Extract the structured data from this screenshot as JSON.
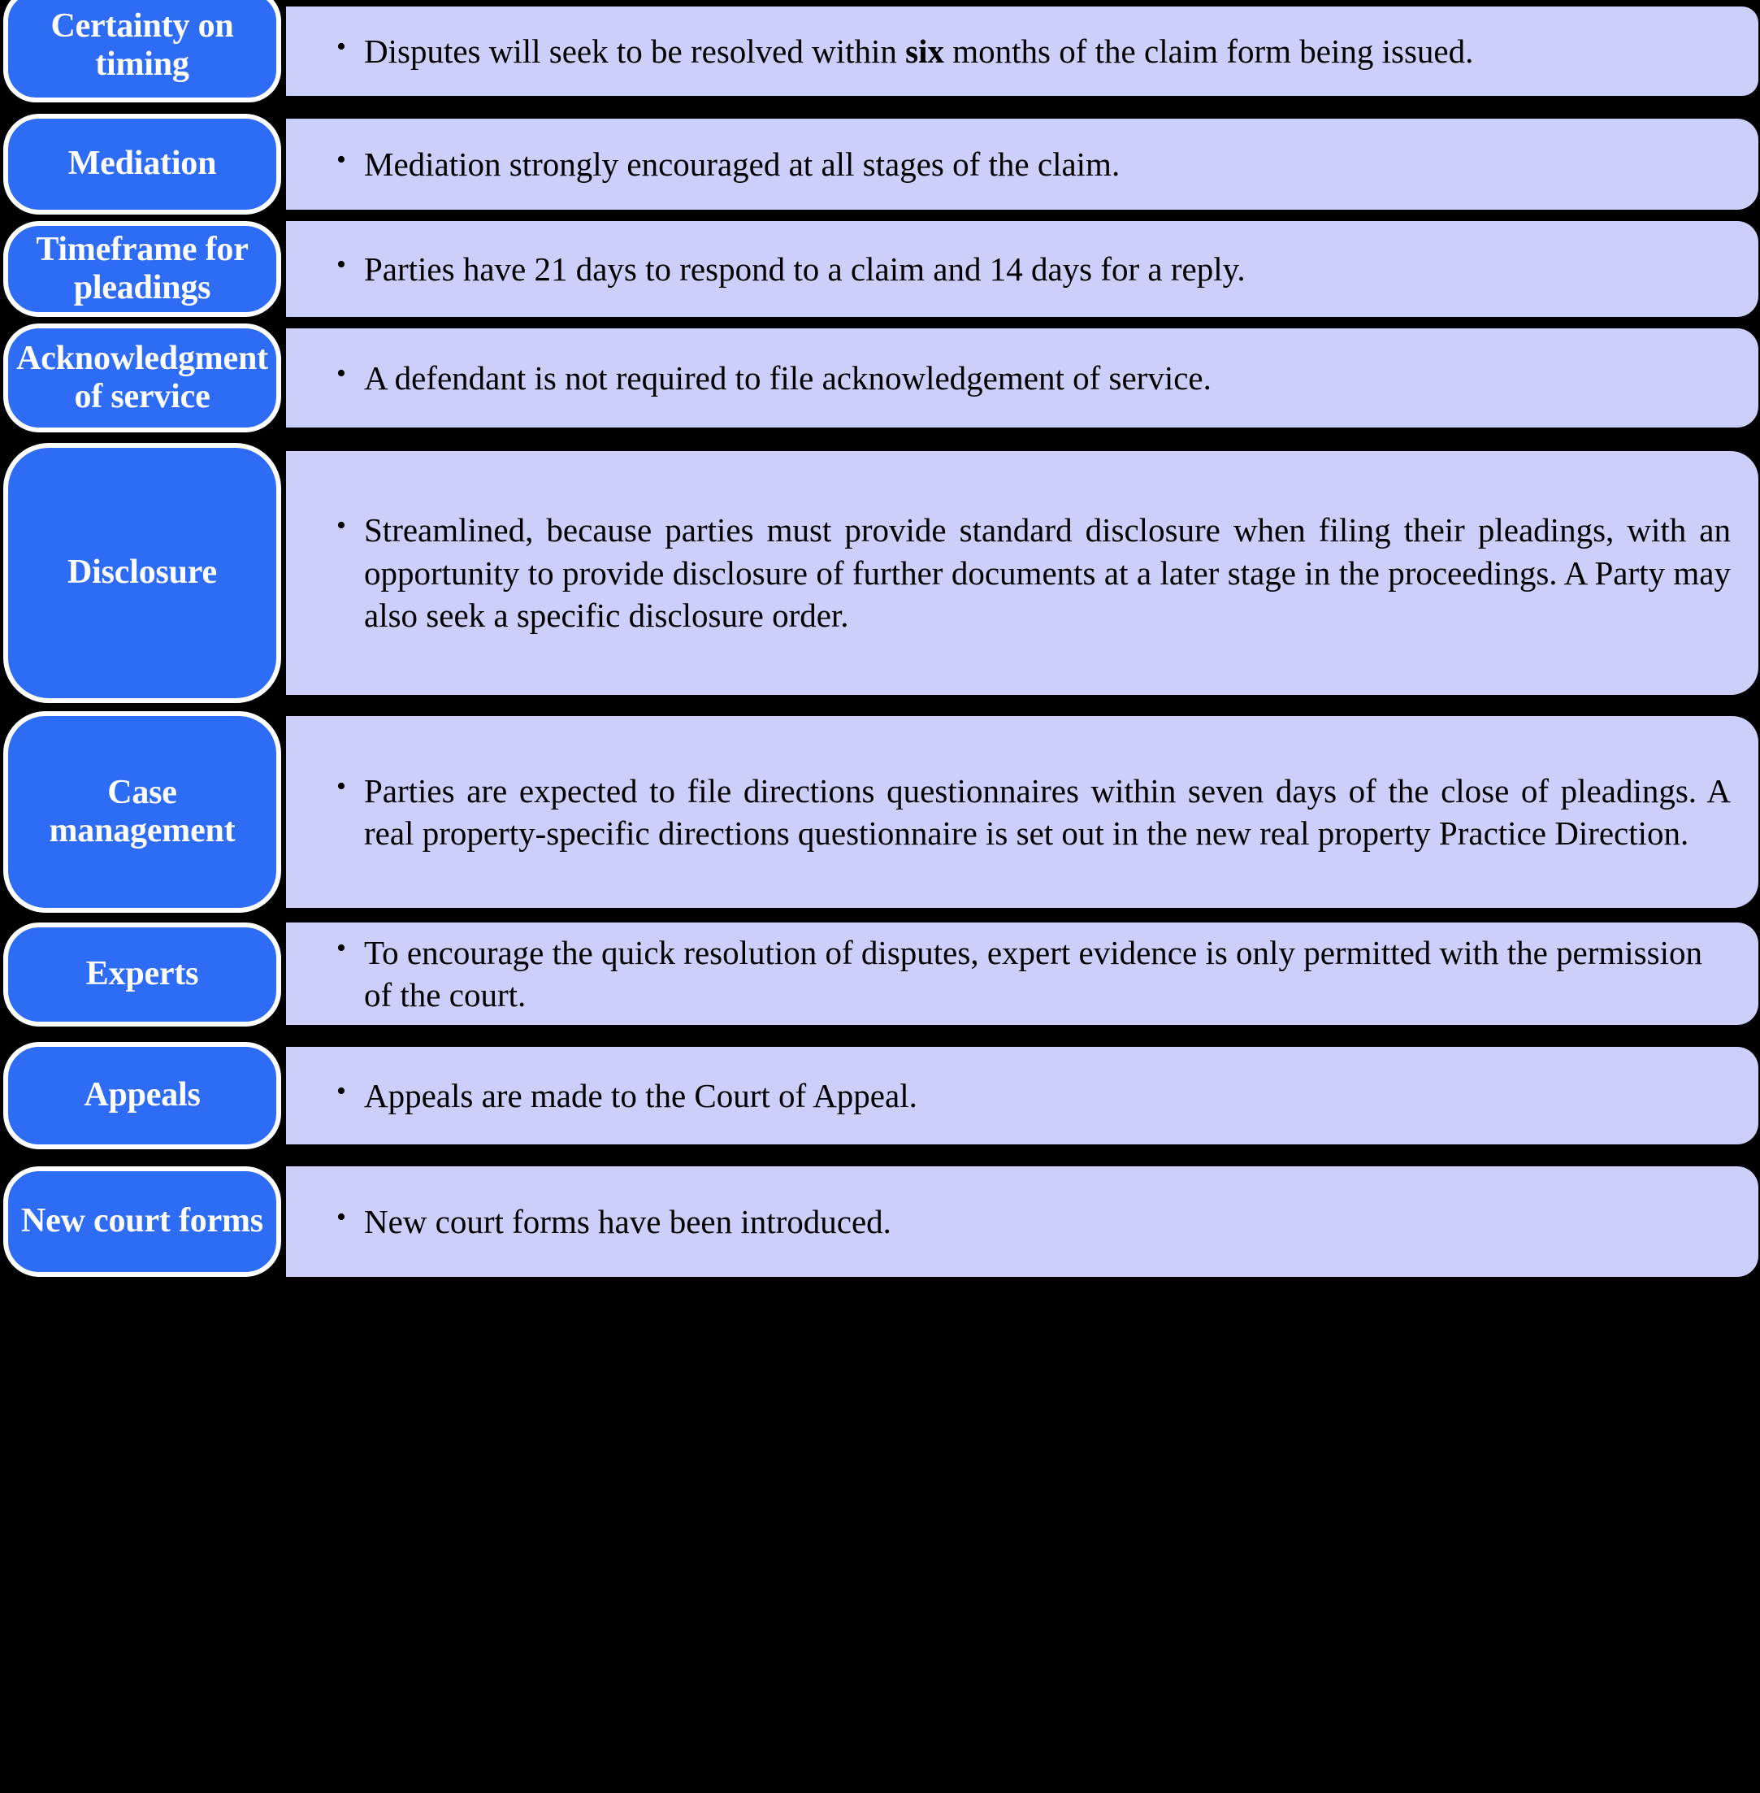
{
  "diagram": {
    "type": "labelled-row-list",
    "accent_blue": "#2E6CF6",
    "panel_lavender": "#CBCFF9",
    "background": "#000000",
    "label_text_color": "#FFFFFF",
    "body_text_color": "#000000",
    "rows": [
      {
        "label": "Certainty on timing",
        "bullets": [
          "Disputes will seek to be resolved within six months of the claim form being issued."
        ],
        "bold_words": [
          "six"
        ]
      },
      {
        "label": "Mediation",
        "bullets": [
          "Mediation strongly encouraged at all stages of the claim."
        ],
        "bold_words": []
      },
      {
        "label": "Timeframe for pleadings",
        "bullets": [
          "Parties have 21 days to respond to a claim and 14 days for a reply."
        ],
        "bold_words": []
      },
      {
        "label": "Acknowledgment of service",
        "bullets": [
          "A defendant is not required to file acknowledgement of service."
        ],
        "bold_words": []
      },
      {
        "label": "Disclosure",
        "bullets": [
          "Streamlined, because parties must provide standard disclosure when filing their pleadings, with an opportunity to provide disclosure of further documents at a later stage in the proceedings. A Party may also seek a specific disclosure order."
        ],
        "bold_words": []
      },
      {
        "label": "Case management",
        "bullets": [
          "Parties are expected to file directions questionnaires within seven days of the close of pleadings. A real property-specific directions questionnaire is set out in the new real property Practice Direction."
        ],
        "bold_words": []
      },
      {
        "label": "Experts",
        "bullets": [
          "To encourage the quick resolution of disputes, expert evidence is only permitted with the permission of the court."
        ],
        "bold_words": []
      },
      {
        "label": "Appeals",
        "bullets": [
          "Appeals are made to the Court of Appeal."
        ],
        "bold_words": []
      },
      {
        "label": "New court forms",
        "bullets": [
          "New court forms have been introduced."
        ],
        "bold_words": []
      }
    ]
  }
}
